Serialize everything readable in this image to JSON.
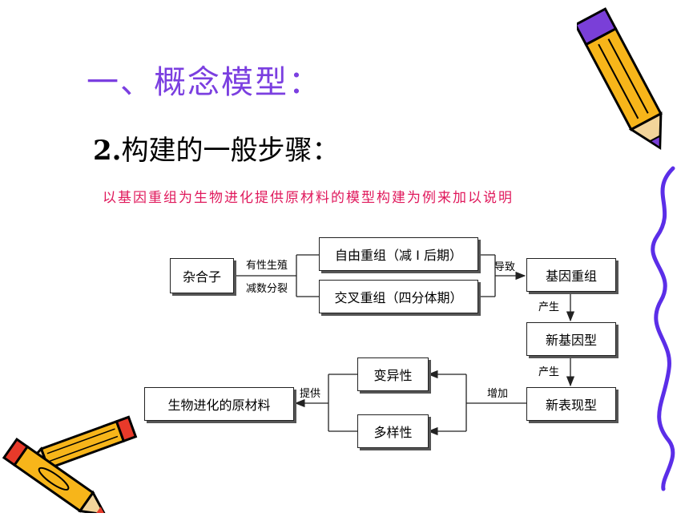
{
  "title": "一、概念模型：",
  "subtitle": {
    "number": "2.",
    "text": "构建的一般步骤："
  },
  "note": "以基因重组为生物进化提供原材料的模型构建为例来加以说明",
  "diagram": {
    "boxes": {
      "zygote": "杂合子",
      "free_recomb": "自由重组（减 I 后期）",
      "cross_recomb": "交叉重组（四分体期）",
      "gene_recomb": "基因重组",
      "new_genotype": "新基因型",
      "new_phenotype": "新表现型",
      "variability": "变异性",
      "diversity": "多样性",
      "raw_material": "生物进化的原材料"
    },
    "labels": {
      "sexual_reproduction": "有性生殖",
      "meiosis": "减数分裂",
      "leads_to": "导致",
      "produce1": "产生",
      "produce2": "产生",
      "increase": "增加",
      "provide": "提供"
    }
  },
  "colors": {
    "title": "#7b3fe0",
    "note": "#e0195c",
    "border_wave": "#5b2ee8"
  }
}
